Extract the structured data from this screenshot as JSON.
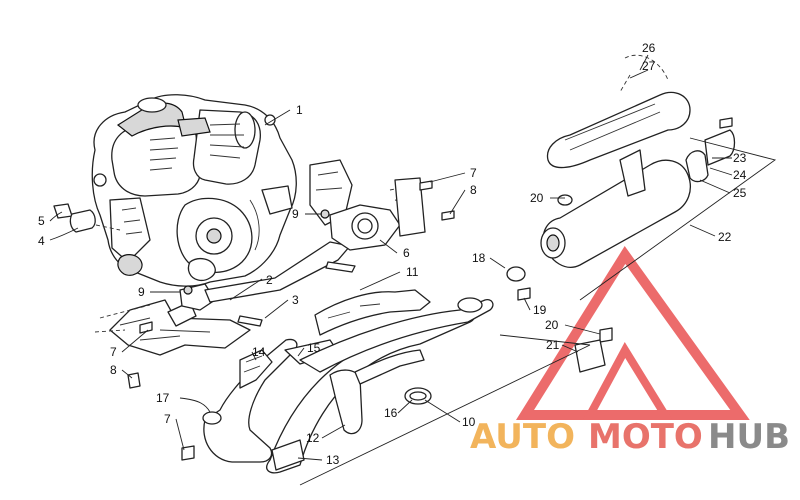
{
  "callouts": [
    {
      "n": "1"
    },
    {
      "n": "2"
    },
    {
      "n": "3"
    },
    {
      "n": "4"
    },
    {
      "n": "5"
    },
    {
      "n": "6"
    },
    {
      "n": "7"
    },
    {
      "n": "8"
    },
    {
      "n": "9"
    },
    {
      "n": "9"
    },
    {
      "n": "7"
    },
    {
      "n": "8"
    },
    {
      "n": "7"
    },
    {
      "n": "10"
    },
    {
      "n": "11"
    },
    {
      "n": "12"
    },
    {
      "n": "13"
    },
    {
      "n": "14"
    },
    {
      "n": "15"
    },
    {
      "n": "16"
    },
    {
      "n": "17"
    },
    {
      "n": "18"
    },
    {
      "n": "19"
    },
    {
      "n": "20"
    },
    {
      "n": "20"
    },
    {
      "n": "21"
    },
    {
      "n": "22"
    },
    {
      "n": "23"
    },
    {
      "n": "24"
    },
    {
      "n": "25"
    },
    {
      "n": "26"
    },
    {
      "n": "27"
    }
  ],
  "watermark": {
    "part1": "AUTO",
    "part2": "MOTO",
    "part3": "HUB",
    "color_auto": "#f2b45c",
    "color_moto": "#e8736b",
    "color_hub": "#8a8a8a",
    "logo_color": "#e63a3a"
  }
}
